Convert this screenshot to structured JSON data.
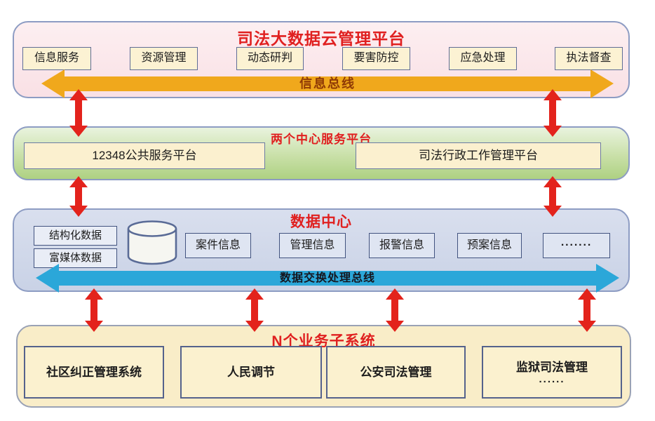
{
  "colors": {
    "title_red": "#e02020",
    "arrow_red": "#e3231c",
    "info_bus_orange": "#f0a81c",
    "data_bus_blue": "#2ba7d9",
    "panel_pink": "#f9e0e5",
    "panel_green": "#bcd893",
    "panel_blue": "#cdd5e8",
    "panel_cream": "#f9edc8"
  },
  "cloud_platform": {
    "title": "司法大数据云管理平台",
    "modules": [
      "信息服务",
      "资源管理",
      "动态研判",
      "要害防控",
      "应急处理",
      "执法督查"
    ],
    "bus_label": "信息总线"
  },
  "service_platforms": {
    "title": "两个中心服务平台",
    "platforms": [
      "12348公共服务平台",
      "司法行政工作管理平台"
    ]
  },
  "data_center": {
    "title": "数据中心",
    "data_types": [
      "结构化数据",
      "富媒体数据"
    ],
    "info_boxes": [
      "案件信息",
      "管理信息",
      "报警信息",
      "预案信息",
      "·······"
    ],
    "bus_label": "数据交换处理总线"
  },
  "subsystems": {
    "title": "N个业务子系统",
    "systems": [
      {
        "label": "社区纠正管理系统",
        "sub": ""
      },
      {
        "label": "人民调节",
        "sub": ""
      },
      {
        "label": "公安司法管理",
        "sub": ""
      },
      {
        "label": "监狱司法管理",
        "sub": "......"
      }
    ]
  }
}
